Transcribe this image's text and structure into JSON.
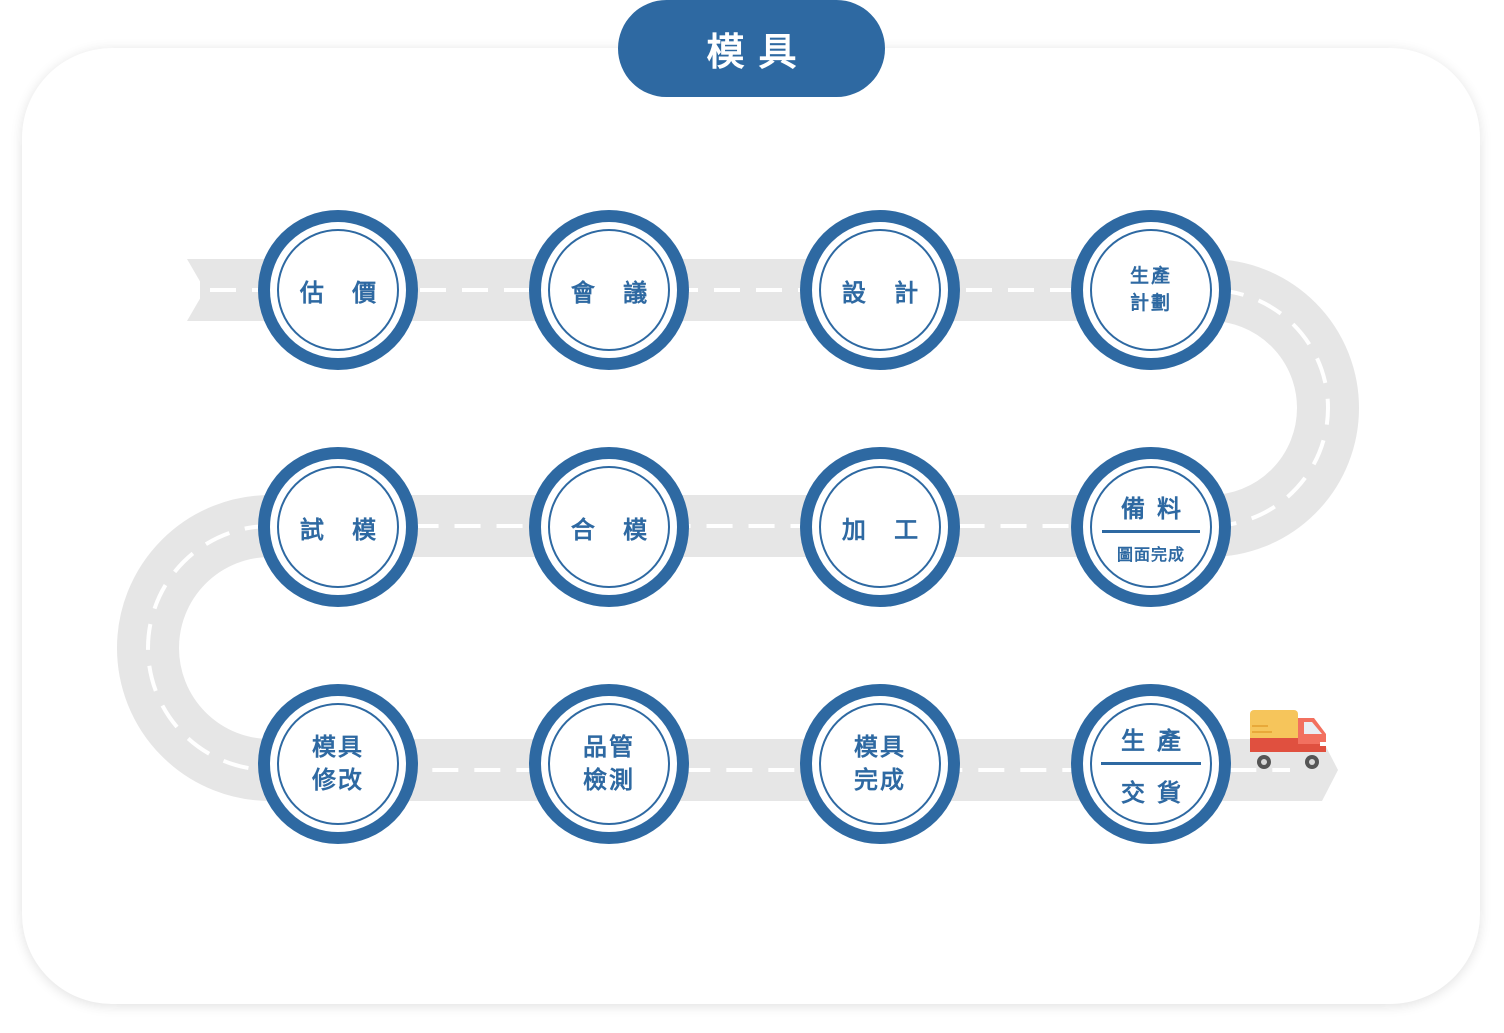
{
  "title": "模具",
  "steps": [
    {
      "id": "estimate",
      "lines": [
        "估 價"
      ]
    },
    {
      "id": "meeting",
      "lines": [
        "會 議"
      ]
    },
    {
      "id": "design",
      "lines": [
        "設 計"
      ]
    },
    {
      "id": "production-plan",
      "lines": [
        "生產",
        "計劃"
      ]
    },
    {
      "id": "material-prep",
      "top": "備料",
      "bottom": "圖面完成"
    },
    {
      "id": "machining",
      "lines": [
        "加 工"
      ]
    },
    {
      "id": "assembly",
      "lines": [
        "合 模"
      ]
    },
    {
      "id": "trial",
      "lines": [
        "試 模"
      ]
    },
    {
      "id": "modify",
      "lines": [
        "模具",
        "修改"
      ]
    },
    {
      "id": "qc",
      "lines": [
        "品管",
        "檢測"
      ]
    },
    {
      "id": "complete",
      "lines": [
        "模具",
        "完成"
      ]
    },
    {
      "id": "delivery",
      "top": "生產",
      "bottom": "交貨"
    }
  ],
  "colors": {
    "primary": "#2e69a2",
    "road": "#e6e6e6",
    "truck_cargo": "#f6c55b",
    "truck_cab": "#f2705f"
  },
  "icons": {
    "vehicle": "delivery-truck-icon"
  }
}
